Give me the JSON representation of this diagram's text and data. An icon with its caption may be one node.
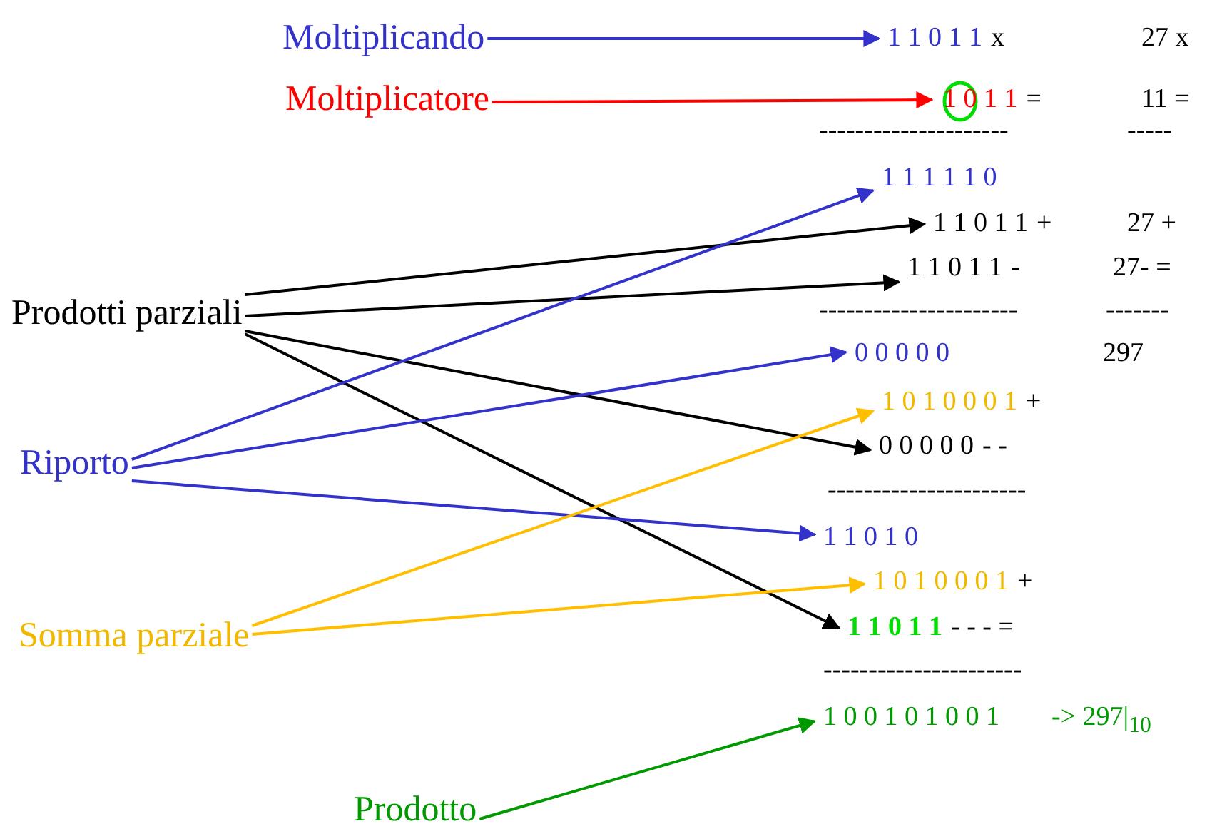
{
  "diagram": {
    "nodes": [
      {
        "text": [
          "Moltiplicando"
        ]
      },
      {
        "text": [
          "Moltiplicatore"
        ]
      },
      {
        "text": [
          "Prodotti parziali"
        ]
      },
      {
        "text": [
          "Riporto"
        ]
      },
      {
        "text": [
          "Somma parziale"
        ]
      },
      {
        "text": [
          "Prodotto"
        ]
      },
      {
        "text": [
          "1 1 0 1 1",
          "x"
        ]
      },
      {
        "text": [
          "1 0 1 1",
          "="
        ]
      },
      {
        "text": [
          "1 1 1 1 1 0"
        ]
      },
      {
        "text": [
          "1 1 0 1 1",
          "+"
        ]
      },
      {
        "text": [
          "1 1 0 1 1",
          "-"
        ]
      },
      {
        "text": [
          "0 0 0 0 0"
        ]
      },
      {
        "text": [
          "1 0 1 0 0 0 1",
          "+"
        ]
      },
      {
        "text": [
          "0 0 0 0 0",
          "-  -"
        ]
      },
      {
        "text": [
          "1 1 0 1 0"
        ]
      },
      {
        "text": [
          "1 0 1 0 0 0 1",
          "+"
        ]
      },
      {
        "text": [
          "1 1 0 1 1",
          "- - -  ="
        ]
      },
      {
        "text": [
          "1 0 0  1 0 1 0 0 1"
        ]
      }
    ],
    "edges": [
      {
        "from": 0,
        "to": 6,
        "arrow": "to",
        "color": "#3333cc"
      },
      {
        "from": 1,
        "to": 7,
        "arrow": "to",
        "color": "#ff0000"
      },
      {
        "from": 2,
        "to": 9,
        "arrow": "to",
        "color": "#000000"
      },
      {
        "from": 2,
        "to": 10,
        "arrow": "to",
        "color": "#000000"
      },
      {
        "from": 2,
        "to": 13,
        "arrow": "to",
        "color": "#000000"
      },
      {
        "from": 2,
        "to": 16,
        "arrow": "to",
        "color": "#000000"
      },
      {
        "from": 3,
        "to": 8,
        "arrow": "to",
        "color": "#3333cc"
      },
      {
        "from": 3,
        "to": 11,
        "arrow": "to",
        "color": "#3333cc"
      },
      {
        "from": 3,
        "to": 14,
        "arrow": "to",
        "color": "#3333cc"
      },
      {
        "from": 4,
        "to": 12,
        "arrow": "to",
        "color": "#ffbf00"
      },
      {
        "from": 4,
        "to": 15,
        "arrow": "to",
        "color": "#ffbf00"
      },
      {
        "from": 5,
        "to": 17,
        "arrow": "to",
        "color": "#009900"
      }
    ],
    "labels": [
      "27 x",
      "11 =",
      "---------------------",
      "-----",
      "27 +",
      "27- =",
      "----------------------",
      "-------",
      "297",
      "----------------------",
      "----------------------",
      "-> 297|$_{10}$"
    ]
  }
}
